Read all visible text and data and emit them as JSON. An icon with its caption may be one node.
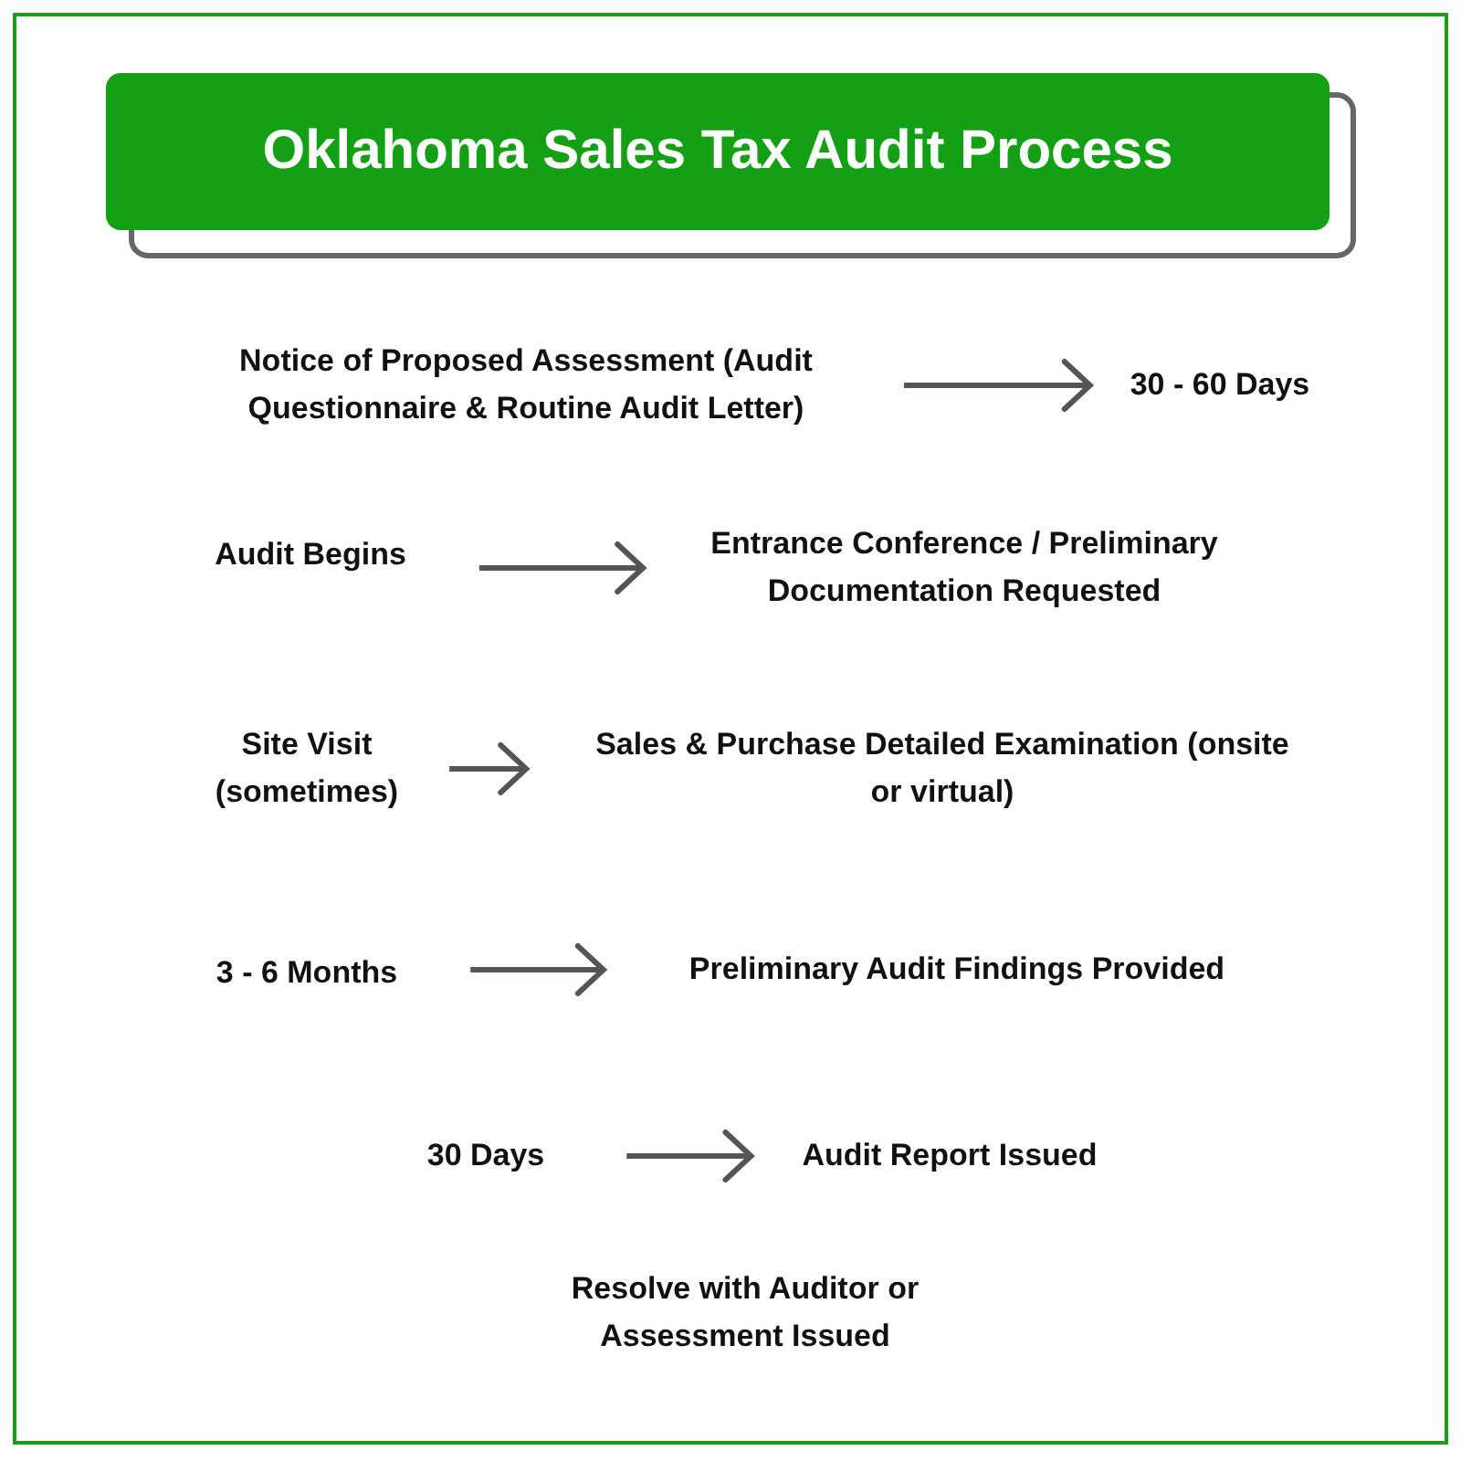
{
  "diagram": {
    "title": "Oklahoma Sales Tax Audit Process",
    "nodes": [
      {
        "text": [
          "Notice of Proposed Assessment (Audit Questionnaire & Routine Audit Letter)"
        ]
      },
      {
        "text": [
          "30 - 60 Days"
        ]
      },
      {
        "text": [
          "Audit Begins"
        ]
      },
      {
        "text": [
          "Entrance Conference / Preliminary Documentation Requested"
        ]
      },
      {
        "text": [
          "Site Visit (sometimes)"
        ]
      },
      {
        "text": [
          "Sales & Purchase Detailed Examination (onsite or virtual)"
        ]
      },
      {
        "text": [
          "3 - 6 Months"
        ]
      },
      {
        "text": [
          "Preliminary Audit Findings Provided"
        ]
      },
      {
        "text": [
          "30 Days"
        ]
      },
      {
        "text": [
          "Audit Report Issued"
        ]
      },
      {
        "text": [
          "Resolve with Auditor or Assessment Issued"
        ]
      }
    ],
    "edges": [
      {
        "from": 0,
        "to": 1,
        "arrow": "to"
      },
      {
        "from": 2,
        "to": 3,
        "arrow": "to"
      },
      {
        "from": 4,
        "to": 5,
        "arrow": "to"
      },
      {
        "from": 6,
        "to": 7,
        "arrow": "to"
      },
      {
        "from": 8,
        "to": 9,
        "arrow": "to"
      }
    ]
  }
}
